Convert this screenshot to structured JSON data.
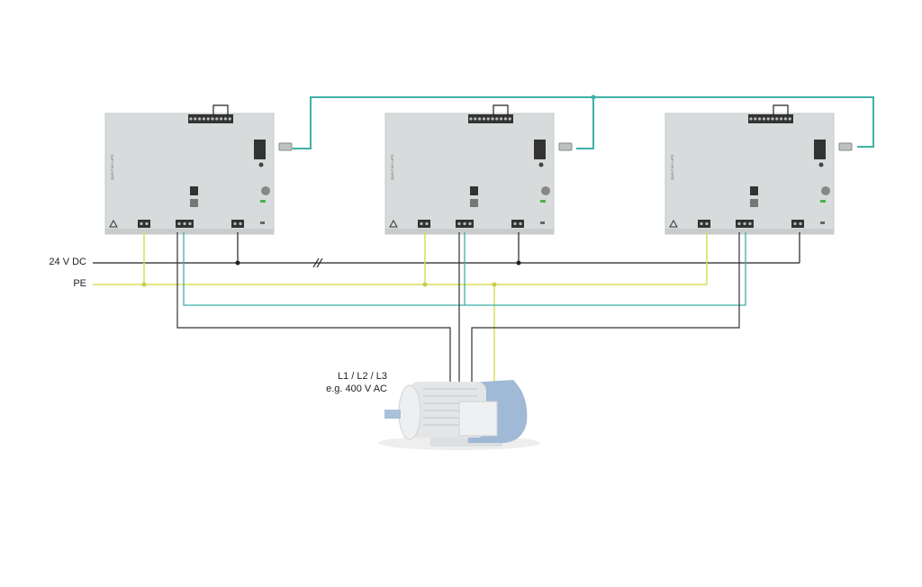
{
  "labels": {
    "dc": "24 V DC",
    "pe": "PE",
    "phases": "L1 / L2 / L3",
    "voltage": "e.g. 400 V AC"
  },
  "devices": [
    {
      "name": "QUINT AC-UPS"
    },
    {
      "name": "QUINT AC-UPS"
    },
    {
      "name": "QUINT AC-UPS"
    }
  ],
  "colors": {
    "data": "#3fb0a6",
    "pe": "#d9dd5a",
    "dc": "#222222",
    "device": "#d8dbdb",
    "motor_end": "#9fb9d6"
  }
}
